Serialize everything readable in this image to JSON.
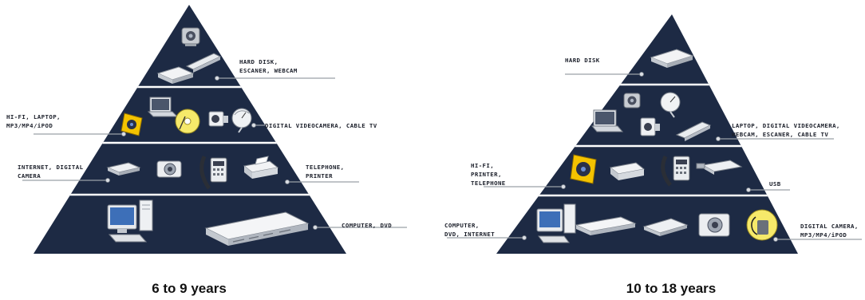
{
  "colors": {
    "pyramid": "#1d2a44",
    "leader": "#9aa0a8",
    "text": "#1b1f2a"
  },
  "left": {
    "caption": "6 to 9 years",
    "labels": {
      "tier1": [
        "HARD DISK,",
        "ESCANER, WEBCAM"
      ],
      "tier2_left": [
        "HI-FI, LAPTOP,",
        "MP3/MP4/iPOD"
      ],
      "tier2_right": "DIGITAL VIDEOCAMERA, CABLE TV",
      "tier3_left": [
        "INTERNET, DIGITAL",
        "CAMERA"
      ],
      "tier3_right": [
        "TELEPHONE,",
        "PRINTER"
      ],
      "tier4_right": "COMPUTER, DVD"
    }
  },
  "right": {
    "caption": "10 to 18 years",
    "labels": {
      "tier1": "HARD DISK",
      "tier2_right": [
        "LAPTOP, DIGITAL VIDEOCAMERA,",
        "WEBCAM, ESCANER, CABLE TV"
      ],
      "tier3_left": [
        "HI-FI,",
        "PRINTER,",
        "TELEPHONE"
      ],
      "tier3_right": "USB",
      "tier4_left": [
        "COMPUTER,",
        "DVD, INTERNET"
      ],
      "tier4_right": [
        "DIGITAL CAMERA,",
        "MP3/MP4/iPOD"
      ]
    }
  },
  "icons": {
    "left": [
      "webcam-icon",
      "scanner-icon",
      "hard-disk-icon",
      "laptop-icon",
      "mp3-icon",
      "cd-icon",
      "videocamera-icon",
      "satellite-dish-icon",
      "modem-icon",
      "digital-camera-icon",
      "telephone-icon",
      "printer-icon",
      "computer-icon",
      "dvd-player-icon"
    ],
    "right": [
      "hard-disk-icon",
      "webcam-icon",
      "satellite-dish-icon",
      "laptop-icon",
      "videocamera-icon",
      "scanner-icon",
      "cd-icon",
      "printer-icon",
      "telephone-icon",
      "usb-icon",
      "computer-icon",
      "dvd-player-icon",
      "modem-icon",
      "digital-camera-icon",
      "mp3-icon"
    ]
  }
}
